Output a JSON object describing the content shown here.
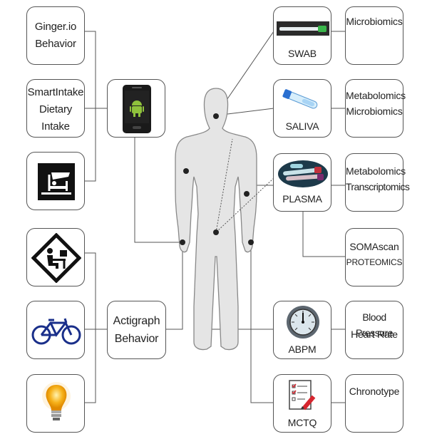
{
  "left_column": {
    "ginger": [
      "Ginger.io",
      "Behavior"
    ],
    "smartintake": [
      "SmartIntake",
      "Dietary",
      "Intake"
    ],
    "sleep_icon": "sleep-bed-icon",
    "work_icon": "desk-work-sign-icon",
    "bike_icon": "bicycle-icon",
    "light_icon": "light-bulb-icon"
  },
  "middle_column": {
    "phone_icon": "android-phone-icon",
    "actigraph": [
      "Actigraph",
      "Behavior"
    ]
  },
  "samples": {
    "swab": "SWAB",
    "saliva": "SALIVA",
    "plasma": "PLASMA",
    "abpm": "ABPM",
    "mctq": "MCTQ"
  },
  "omics": {
    "swab_omics": [
      "Microbiomics"
    ],
    "saliva_omics": [
      "Metabolomics",
      "Microbiomics"
    ],
    "plasma_omics": [
      "Metabolomics",
      "Transcriptomics"
    ],
    "somascan": [
      "SOMAscan",
      "PROTEOMICS"
    ],
    "bp": [
      "Blood Pressure",
      "Heart Rate"
    ],
    "chronotype": [
      "Chronotype"
    ]
  }
}
